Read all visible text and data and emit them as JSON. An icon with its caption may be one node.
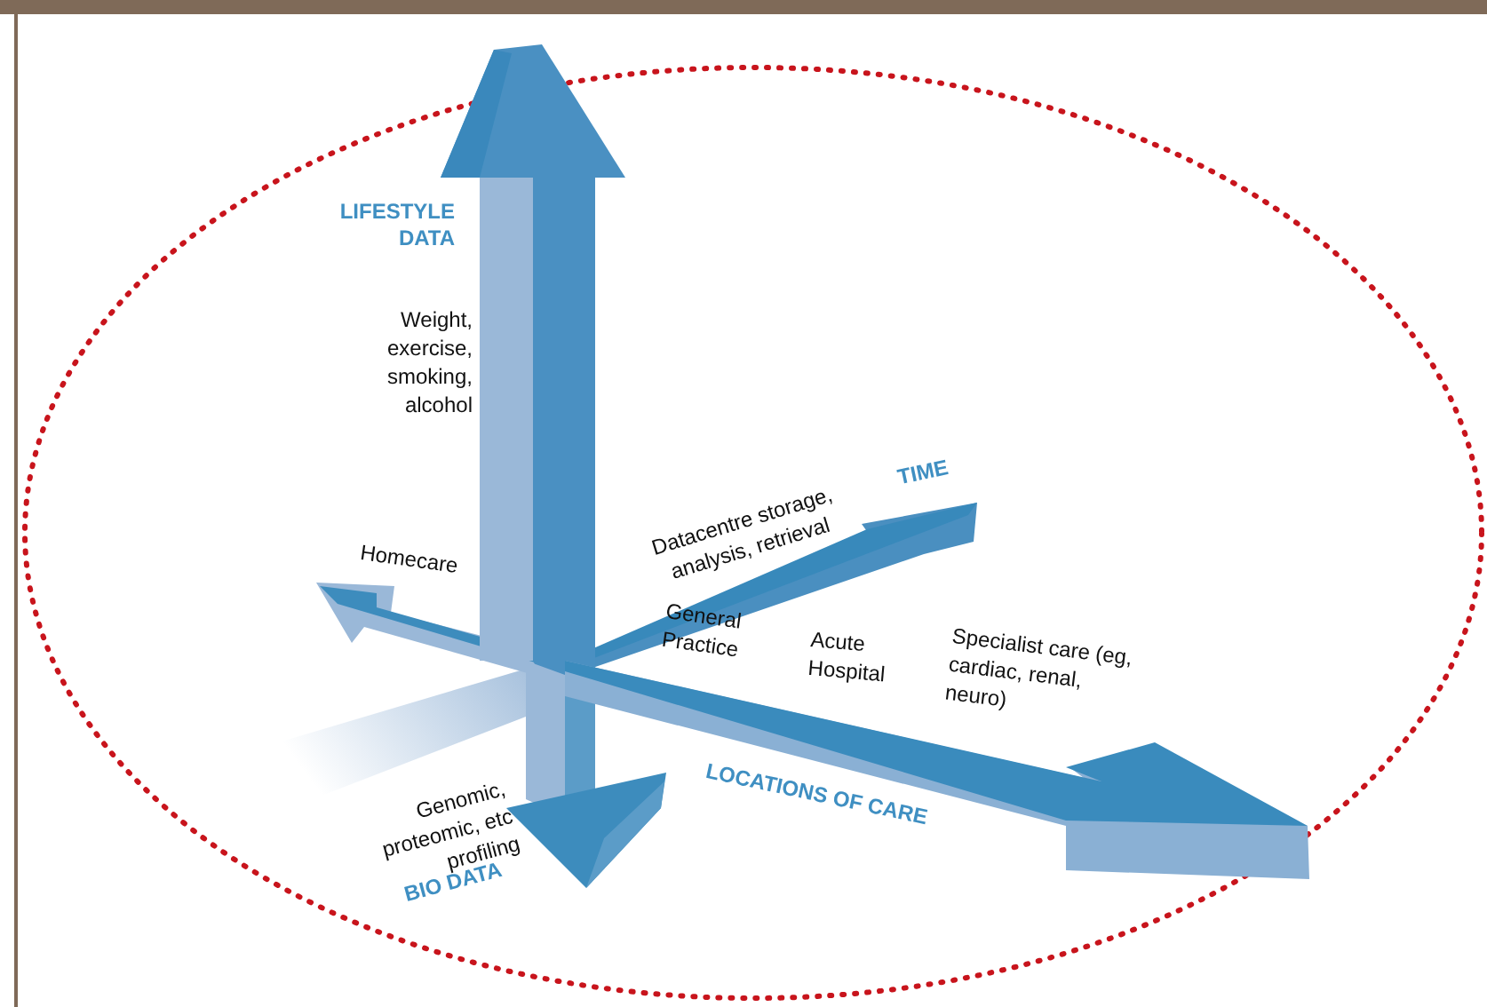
{
  "diagram": {
    "labels": [
      "LIFESTYLE DATA",
      "Weight, exercise, smoking, alcohol",
      "TIME",
      "Datacentre storage, analysis, retrieval",
      "Homecare",
      "General Practice",
      "Acute Hospital",
      "Specialist care (eg, cardiac, renal, neuro)",
      "LOCATIONS OF CARE",
      "Genomic, proteomic, etc profiling",
      "BIO DATA"
    ]
  }
}
